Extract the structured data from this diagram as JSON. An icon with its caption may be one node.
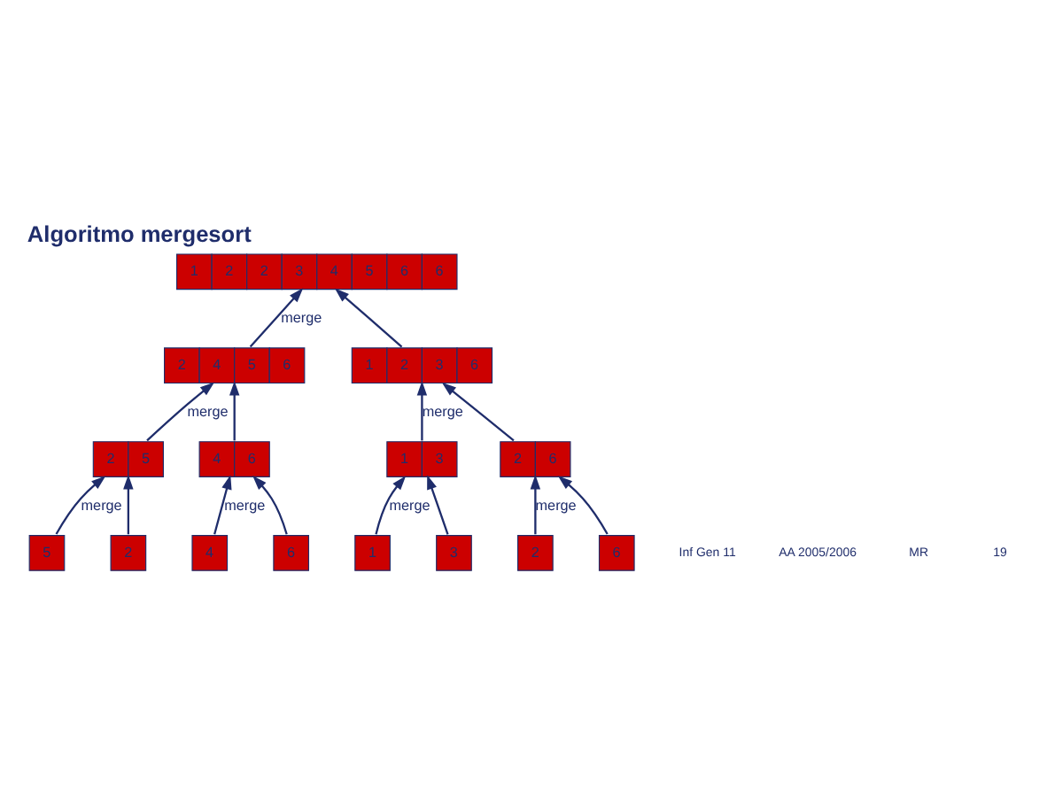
{
  "diagram": {
    "title": "Algoritmo mergesort",
    "nodes": [
      {
        "text": [
          "1",
          "2",
          "2",
          "3",
          "4",
          "5",
          "6",
          "6"
        ]
      },
      {
        "text": [
          "2",
          "4",
          "5",
          "6"
        ]
      },
      {
        "text": [
          "1",
          "2",
          "3",
          "6"
        ]
      },
      {
        "text": [
          "2",
          "5"
        ]
      },
      {
        "text": [
          "4",
          "6"
        ]
      },
      {
        "text": [
          "1",
          "3"
        ]
      },
      {
        "text": [
          "2",
          "6"
        ]
      },
      {
        "text": [
          "5"
        ]
      },
      {
        "text": [
          "2"
        ]
      },
      {
        "text": [
          "4"
        ]
      },
      {
        "text": [
          "6"
        ]
      },
      {
        "text": [
          "1"
        ]
      },
      {
        "text": [
          "3"
        ]
      },
      {
        "text": [
          "2"
        ]
      },
      {
        "text": [
          "6"
        ]
      }
    ],
    "edges": [
      {
        "from": 1,
        "to": 0,
        "arrow": "to",
        "label": "merge"
      },
      {
        "from": 2,
        "to": 0,
        "arrow": "to"
      },
      {
        "from": 3,
        "to": 1,
        "arrow": "to",
        "label": "merge"
      },
      {
        "from": 4,
        "to": 1,
        "arrow": "to"
      },
      {
        "from": 5,
        "to": 2,
        "arrow": "to",
        "label": "merge"
      },
      {
        "from": 6,
        "to": 2,
        "arrow": "to"
      },
      {
        "from": 7,
        "to": 3,
        "arrow": "to",
        "label": "merge"
      },
      {
        "from": 8,
        "to": 3,
        "arrow": "to"
      },
      {
        "from": 9,
        "to": 4,
        "arrow": "to",
        "label": "merge"
      },
      {
        "from": 10,
        "to": 4,
        "arrow": "to"
      },
      {
        "from": 11,
        "to": 5,
        "arrow": "to",
        "label": "merge"
      },
      {
        "from": 12,
        "to": 5,
        "arrow": "to"
      },
      {
        "from": 13,
        "to": 6,
        "arrow": "to",
        "label": "merge"
      },
      {
        "from": 14,
        "to": 6,
        "arrow": "to"
      }
    ],
    "labels": [
      "Inf Gen 11",
      "AA 2005/2006",
      "MR",
      "19"
    ]
  }
}
